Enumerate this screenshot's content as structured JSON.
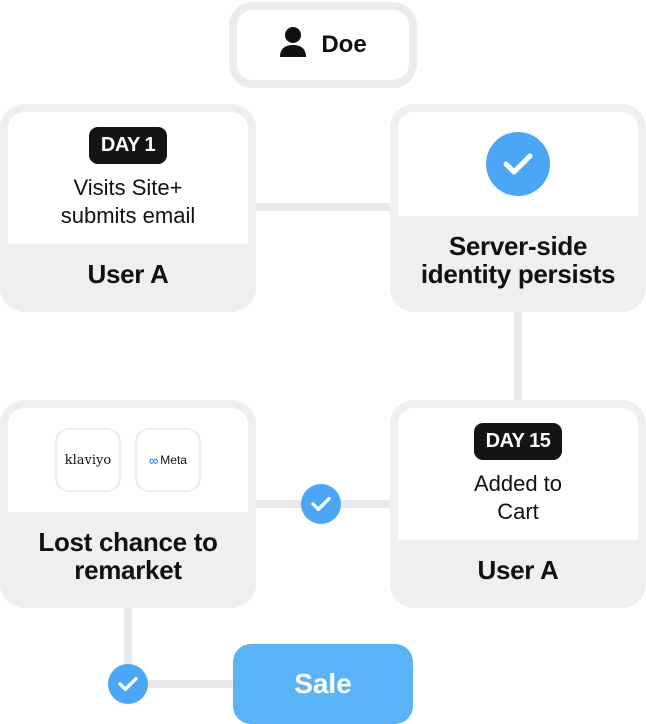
{
  "person": {
    "name": "Doe",
    "icon": "person-icon"
  },
  "card_day1": {
    "badge": "DAY 1",
    "description_line1": "Visits Site+",
    "description_line2": "submits email",
    "footer": "User A"
  },
  "card_server": {
    "icon": "check-icon",
    "footer_line1": "Server-side",
    "footer_line2": "identity persists"
  },
  "card_lost": {
    "logos": [
      {
        "label": "klaviyo",
        "icon": "klaviyo-logo"
      },
      {
        "label": "Meta",
        "icon": "meta-logo"
      }
    ],
    "footer_line1": "Lost chance to",
    "footer_line2": "remarket"
  },
  "card_day15": {
    "badge": "DAY 15",
    "description_line1": "Added to",
    "description_line2": "Cart",
    "footer": "User A"
  },
  "sale": {
    "label": "Sale"
  },
  "colors": {
    "accent_blue": "#4ba6f5",
    "sale_blue": "#5ab2f7",
    "card_gray": "#efefef",
    "badge_black": "#141414"
  }
}
